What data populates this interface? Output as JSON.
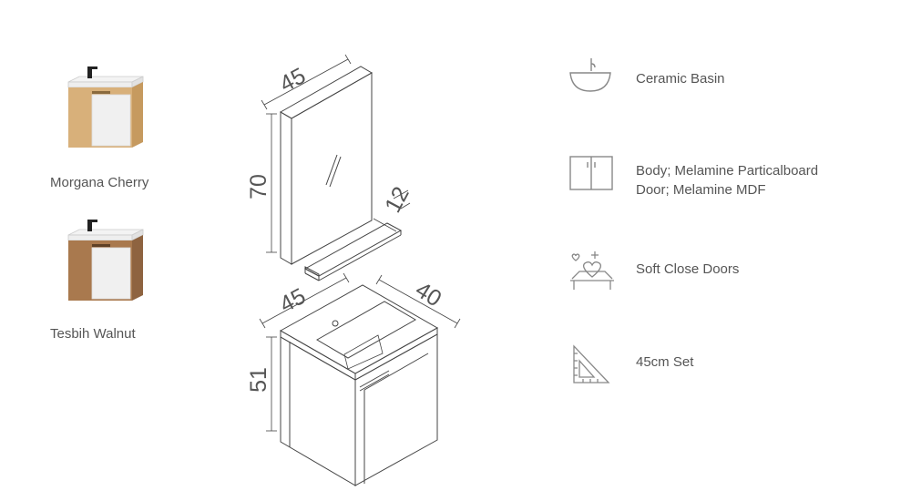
{
  "variants": [
    {
      "name": "Morgana Cherry",
      "color": "#d8b07a"
    },
    {
      "name": "Tesbih Walnut",
      "color": "#a9794e"
    }
  ],
  "dimensions": {
    "mirror_width": "45",
    "mirror_height": "70",
    "shelf_depth": "12",
    "cabinet_width": "45",
    "cabinet_depth": "40",
    "cabinet_height": "51"
  },
  "features": [
    {
      "icon": "ceramic-basin-icon",
      "lines": [
        "Ceramic Basin"
      ]
    },
    {
      "icon": "cabinet-doors-icon",
      "lines": [
        "Body; Melamine Particalboard",
        "Door; Melamine MDF"
      ]
    },
    {
      "icon": "soft-close-icon",
      "lines": [
        "Soft Close Doors"
      ]
    },
    {
      "icon": "set-square-icon",
      "lines": [
        "45cm Set"
      ]
    }
  ]
}
